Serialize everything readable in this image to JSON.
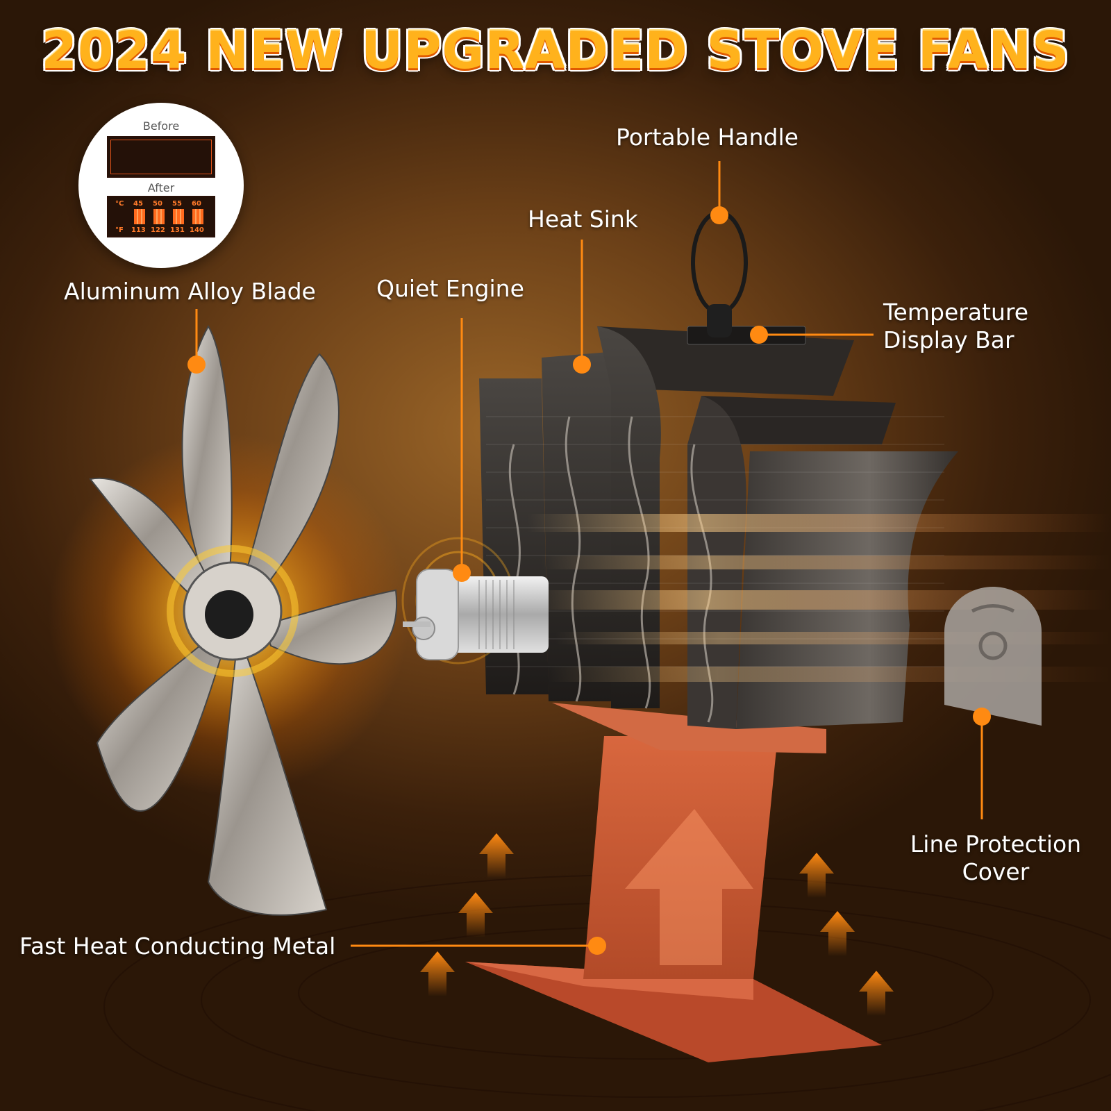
{
  "headline": "2024 NEW UPGRADED STOVE FANS",
  "badge": {
    "before_label": "Before",
    "after_label": "After",
    "celsius_unit": "°C",
    "fahrenheit_unit": "°F",
    "celsius_values": [
      "45",
      "50",
      "55",
      "60"
    ],
    "fahrenheit_values": [
      "113",
      "122",
      "131",
      "140"
    ]
  },
  "labels": {
    "portable_handle": "Portable Handle",
    "heat_sink": "Heat Sink",
    "aluminum_alloy_blade": "Aluminum Alloy Blade",
    "quiet_engine": "Quiet Engine",
    "temperature_display_bar_line1": "Temperature",
    "temperature_display_bar_line2": "Display Bar",
    "line_protection_cover_line1": "Line Protection",
    "line_protection_cover_line2": "Cover",
    "fast_heat_conducting_metal": "Fast Heat Conducting Metal"
  },
  "colors": {
    "accent_orange": "#ff8a12",
    "headline_yellow": "#ffb21c",
    "copper_base": "#c85a35",
    "fan_body_dark": "#2a2624"
  }
}
